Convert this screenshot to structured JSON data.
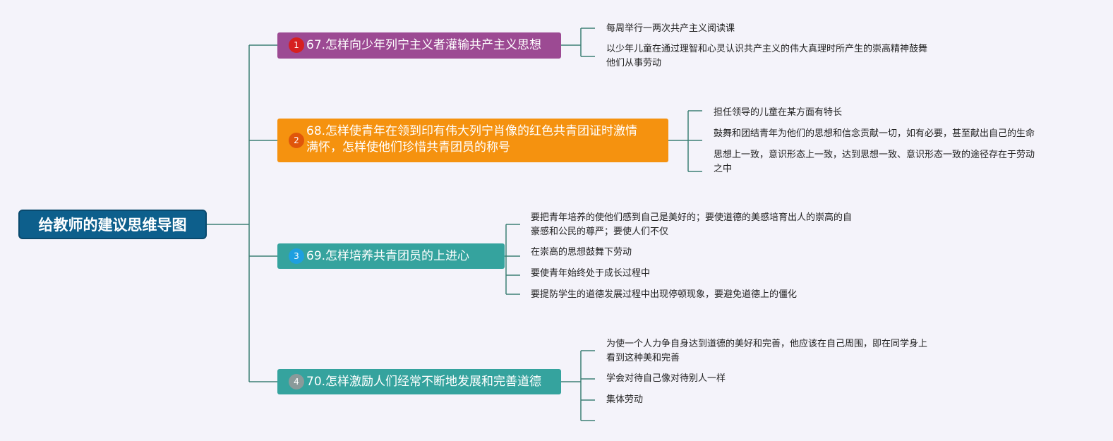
{
  "root": {
    "title": "给教师的建议思维导图"
  },
  "branches": [
    {
      "number": "1",
      "badge_color": "#d62020",
      "color": "#9c4a93",
      "title": "67.怎样向少年列宁主义者灌输共产主义思想",
      "leaves": [
        "每周举行一两次共产主义阅读课",
        "以少年儿童在通过理智和心灵认识共产主义的伟大真理时所产生的崇高精神鼓舞",
        "他们从事劳动"
      ]
    },
    {
      "number": "2",
      "badge_color": "#e0560a",
      "color": "#f5920f",
      "title_line1": "68.怎样使青年在领到印有伟大列宁肖像的红色共青团证时激情",
      "title_line2": "满怀，怎样使他们珍惜共青团员的称号",
      "leaves": [
        "担任领导的儿童在某方面有特长",
        "鼓舞和团结青年为他们的思想和信念贡献一切，如有必要，甚至献出自己的生命",
        "思想上一致，意识形态上一致，达到思想一致、意识形态一致的途径存在于劳动",
        "之中"
      ]
    },
    {
      "number": "3",
      "badge_color": "#1e9fe0",
      "color": "#35a39e",
      "title": "69.怎样培养共青团员的上进心",
      "leaves": [
        "要把青年培养的使他们感到自己是美好的；要使道德的美感培育出人的崇高的自",
        "豪感和公民的尊严；要使人们不仅",
        "在崇高的思想鼓舞下劳动",
        "要使青年始终处于成长过程中",
        "要提防学生的道德发展过程中出现停顿现象，要避免道德上的僵化"
      ]
    },
    {
      "number": "4",
      "badge_color": "#8a9a9a",
      "color": "#35a39e",
      "title": "70.怎样激励人们经常不断地发展和完善道德",
      "leaves": [
        "为使一个人力争自身达到道德的美好和完善，他应该在自己周围，即在同学身上",
        "看到这种美和完善",
        "学会对待自己像对待别人一样",
        "集体劳动"
      ]
    }
  ],
  "colors": {
    "connector": "#3d7f74",
    "background": "#f4f3fa",
    "root": "#0d5f8c"
  }
}
